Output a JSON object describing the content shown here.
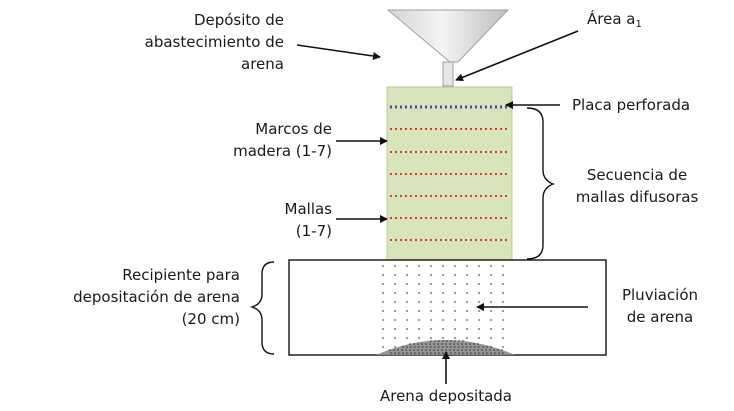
{
  "labels": {
    "hopper": [
      "Depósito de",
      "abastecimiento de",
      "arena"
    ],
    "area": {
      "main": "Área a",
      "sub": "1"
    },
    "perforated_plate": "Placa perforada",
    "wood_frames": [
      "Marcos de",
      "madera (1-7)"
    ],
    "meshes": [
      "Mallas",
      "(1-7)"
    ],
    "diffuser_sequence": [
      "Secuencia de",
      "mallas difusoras"
    ],
    "container": [
      "Recipiente para",
      "depositación de arena",
      "(20 cm)"
    ],
    "pluviation": [
      "Pluviación",
      "de arena"
    ],
    "deposited_sand": "Arena depositada"
  },
  "colors": {
    "diffuser_fill": "#d8e4bc",
    "diffuser_border": "#b6cf8f",
    "perforated_plate": "#5b3fa6",
    "mesh_lines": "#e8332a",
    "hopper": "#c8c8c8",
    "sand": "#555555",
    "lines": "#111111"
  }
}
